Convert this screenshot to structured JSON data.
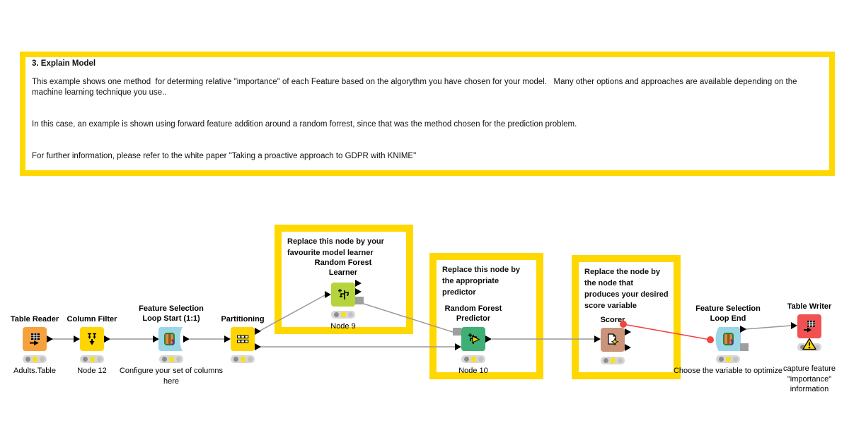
{
  "annotation": {
    "title": "3. Explain Model",
    "p1": "This example shows one method  for determing relative \"importance\" of each Feature based on the algorythm you have chosen for your model.   Many other options and approaches are available depending on the machine learning technique you use..",
    "p2": "In this case, an example is shown using forward feature addition around a random forrest, since that was the method chosen for the prediction problem.",
    "p3": "For further information, please refer to the white paper \"Taking a proactive approach to GDPR with KNIME\""
  },
  "callouts": {
    "learner": "Replace this node by your favourite model learner",
    "predictor": "Replace this node by the appropriate predictor",
    "scorer": "Replace the node by the node that produces your desired score variable"
  },
  "nodes": {
    "table_reader": {
      "title": "Table Reader",
      "subtitle": "Adults.Table"
    },
    "column_filter": {
      "title": "Column Filter",
      "subtitle": "Node 12"
    },
    "loop_start": {
      "title": "Feature Selection Loop Start (1:1)",
      "subtitle": "Configure your set of columns here"
    },
    "partitioning": {
      "title": "Partitioning",
      "subtitle": ""
    },
    "rf_learner": {
      "title": "Random Forest Learner",
      "subtitle": "Node 9"
    },
    "rf_predictor": {
      "title": "Random Forest Predictor",
      "subtitle": "Node 10"
    },
    "scorer": {
      "title": "Scorer",
      "subtitle": ""
    },
    "loop_end": {
      "title": "Feature Selection Loop End",
      "subtitle": "Choose the variable to optimize"
    },
    "table_writer": {
      "title": "Table Writer",
      "subtitle": "capture feature \"importance\" information"
    }
  },
  "status": {
    "configured_nodes": "yellow traffic light lit",
    "table_writer_state": "warning"
  },
  "colors": {
    "annotation_border": "#ffd800",
    "reader_node": "#f7a13c",
    "yellow_node": "#fed500",
    "loop_node": "#9ad6e6",
    "learner_node": "#b5d43b",
    "predictor_node": "#3faf74",
    "scorer_node": "#c9947a",
    "writer_node": "#f15151",
    "connection_grey": "#999999",
    "flow_variable_red": "#f2433e",
    "traffic_yellow": "#ffe000"
  }
}
